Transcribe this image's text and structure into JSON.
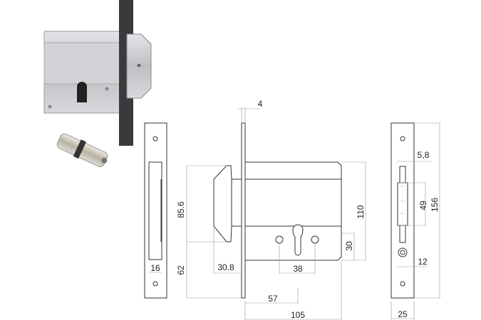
{
  "dimensions": {
    "faceplate_thickness": "4",
    "bolt_height": "85.6",
    "backset_to_bolt": "62",
    "strike_width": "16",
    "bolt_throw": "30.8",
    "case_height": "110",
    "cylinder_offset": "30",
    "screw_spacing": "38",
    "backset": "57",
    "case_depth": "105",
    "bolt_width": "5,8",
    "bolt_length": "49",
    "faceplate_height": "156",
    "cylinder_diameter": "12",
    "faceplate_width": "25"
  },
  "colors": {
    "line": "#333333",
    "dimension": "#999999",
    "steel": "#c8c8cc",
    "dark_plate": "#3a3a3c"
  }
}
